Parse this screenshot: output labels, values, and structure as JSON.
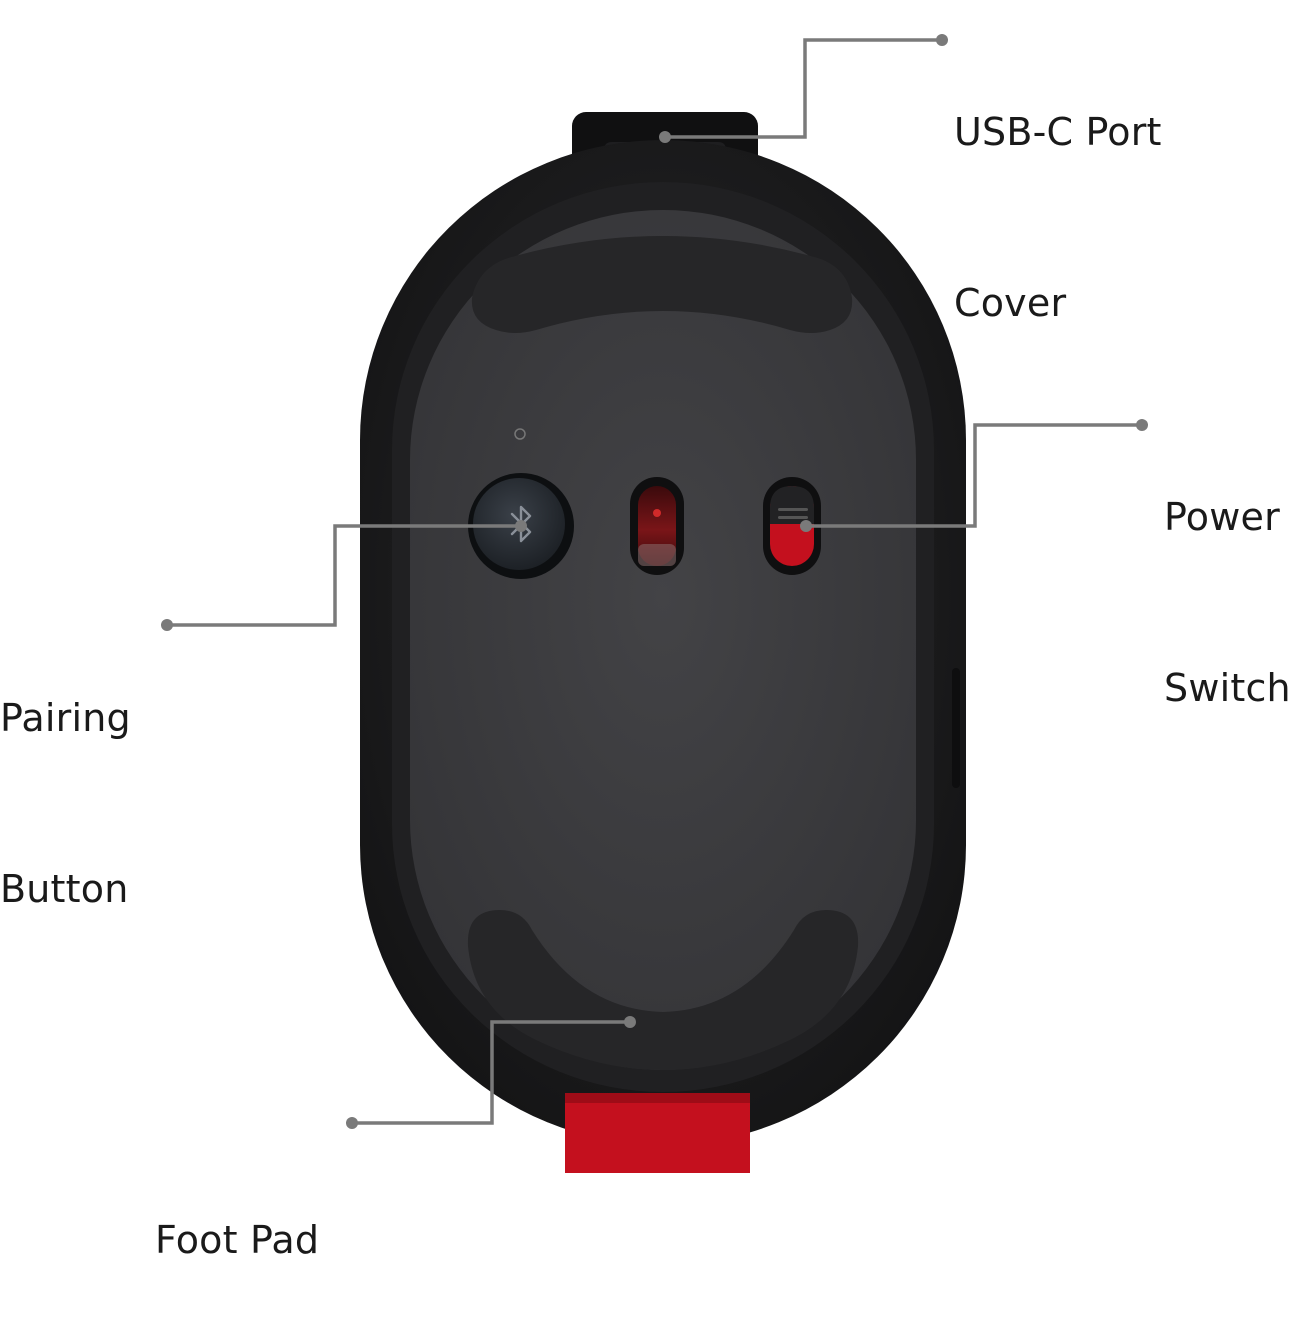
{
  "title": "",
  "colors": {
    "shell": "#1c1c1e",
    "base_plate": "#3b3b3e",
    "pad": "#2a2a2c",
    "accent_red": "#c4101e",
    "callout_line": "#7a7a7a"
  },
  "callouts": [
    {
      "id": "usb_c",
      "lines": [
        "USB-C Port",
        "Cover"
      ]
    },
    {
      "id": "power",
      "lines": [
        "Power",
        "Switch"
      ]
    },
    {
      "id": "pairing",
      "lines": [
        "Pairing",
        "Button"
      ]
    },
    {
      "id": "foot_pad",
      "lines": [
        "Foot Pad"
      ]
    }
  ],
  "icons": {
    "pairing_button": "bluetooth-icon"
  }
}
